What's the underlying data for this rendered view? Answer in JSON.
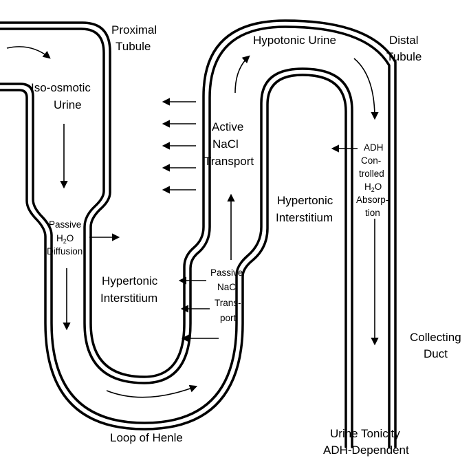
{
  "labels": {
    "proximal_1": "Proximal",
    "proximal_2": "Tubule",
    "iso_1": "Iso-osmotic",
    "iso_2": "Urine",
    "hypotonic": "Hypotonic Urine",
    "distal_1": "Distal",
    "distal_2": "Tubule",
    "active_1": "Active",
    "active_2": "NaCl",
    "active_3": "Transport",
    "adh_1": "ADH",
    "adh_2": "Con-",
    "adh_3": "trolled",
    "adh_4_main": "H",
    "adh_4_sub": "2",
    "adh_4_end": "O",
    "adh_5": "Absorp-",
    "adh_6": "tion",
    "hyper_right_1": "Hypertonic",
    "hyper_right_2": "Interstitium",
    "passive_1": "Passive",
    "passive_2_main": "H",
    "passive_2_sub": "2",
    "passive_2_end": "O",
    "passive_3": "Diffusion",
    "hyper_left_1": "Hypertonic",
    "hyper_left_2": "Interstitium",
    "pnacl_1": "Passive",
    "pnacl_2": "NaCl",
    "pnacl_3": "Trans-",
    "pnacl_4": "port",
    "collecting_1": "Collecting",
    "collecting_2": "Duct",
    "loop": "Loop of Henle",
    "tonicity_1": "Urine Tonicity",
    "tonicity_2": "ADH-Dependent"
  }
}
